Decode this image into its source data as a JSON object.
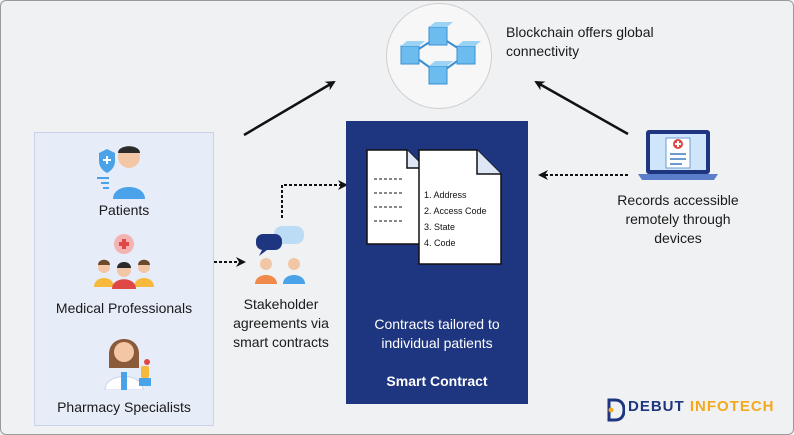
{
  "diagram": {
    "top_caption": "Blockchain offers global connectivity",
    "left_panel": {
      "items": [
        {
          "label": "Patients"
        },
        {
          "label": "Medical Professionals"
        },
        {
          "label": "Pharmacy Specialists"
        }
      ]
    },
    "stakeholder_caption": "Stakeholder agreements via smart contracts",
    "contract_fields": [
      "1. Address",
      "2. Access Code",
      "3. State",
      "4. Code"
    ],
    "contract_caption": "Contracts tailored to individual patients",
    "contract_title": "Smart Contract",
    "records_caption": "Records accessible remotely through devices",
    "brand": {
      "first": "DEBUT",
      "second": "INFOTECH"
    }
  },
  "colors": {
    "brand_dark": "#1e3580",
    "brand_accent": "#f4a81d",
    "panel_bg": "#e7ecf9",
    "block_blue": "#5aaee6"
  }
}
